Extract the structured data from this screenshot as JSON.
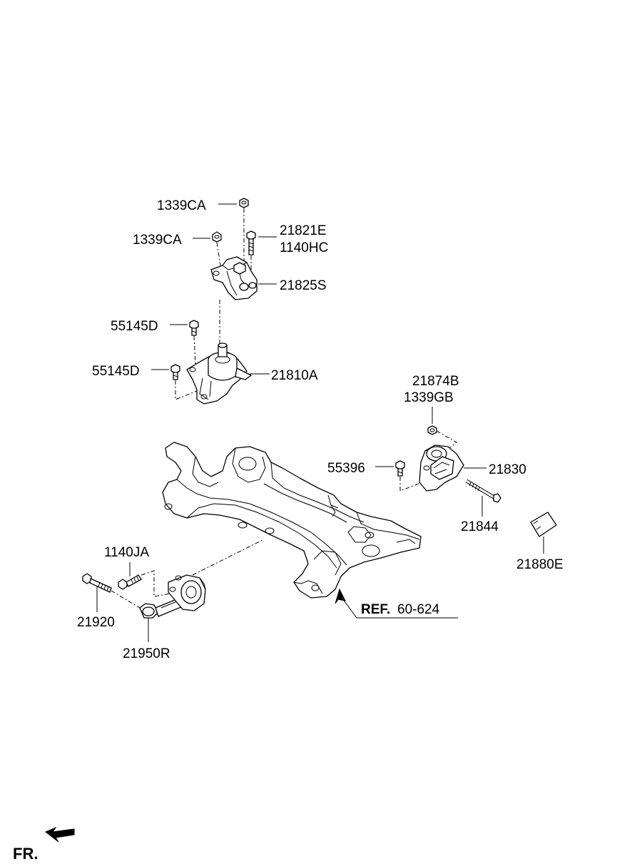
{
  "colors": {
    "ink": "#000000",
    "background": "#ffffff"
  },
  "labels": {
    "nut_top": "1339CA",
    "nut_left": "1339CA",
    "bolt_right_1": "21821E",
    "bolt_right_2": "1140HC",
    "bracket": "21825S",
    "bolt_upper_left": "55145D",
    "bolt_lower_left": "55145D",
    "engine_mount": "21810A",
    "trans_nut_1": "21874B",
    "trans_nut_2": "1339GB",
    "trans_bolt": "55396",
    "trans_mount": "21830",
    "long_bolt": "21844",
    "plate": "21880E",
    "roll_bolt_small": "1140JA",
    "roll_bolt_long": "21920",
    "roll_rod": "21950R",
    "ref_bold": "REF.",
    "ref_num": "60-624",
    "front": "FR."
  },
  "icons": {
    "front_arrow": "front-direction-arrow-icon"
  }
}
